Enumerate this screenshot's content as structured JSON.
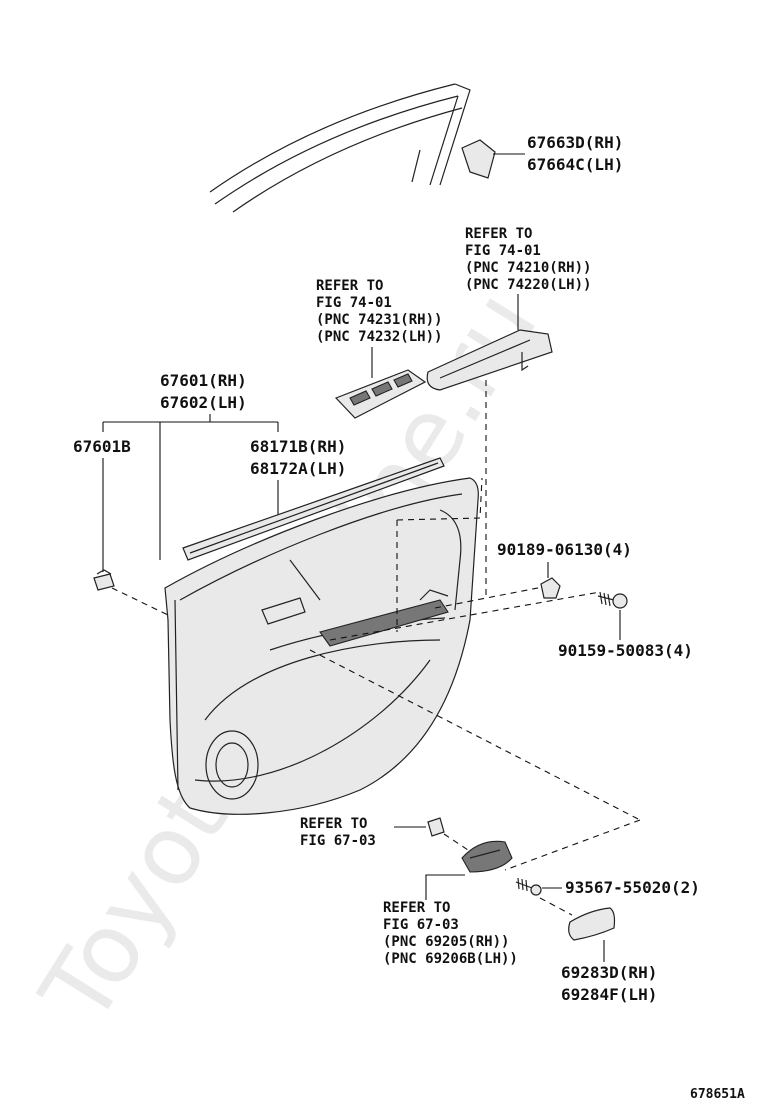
{
  "watermark": "ToyotaCarMine.ru",
  "figure_code": "678651A",
  "labels": {
    "weatherstrip_rh": "67663D(RH)",
    "weatherstrip_lh": "67664C(LH)",
    "switch_refer": "REFER TO",
    "switch_fig": "FIG 74-01",
    "switch_pnc_rh": "(PNC 74231(RH))",
    "switch_pnc_lh": "(PNC 74232(LH))",
    "armrest_refer": "REFER TO",
    "armrest_fig": "FIG 74-01",
    "armrest_pnc_rh": "(PNC 74210(RH))",
    "armrest_pnc_lh": "(PNC 74220(LH))",
    "panel_rh": "67601(RH)",
    "panel_lh": "67602(LH)",
    "clip": "67601B",
    "belt_rh": "68171B(RH)",
    "belt_lh": "68172A(LH)",
    "nut": "90189-06130(4)",
    "screw_main": "90159-50083(4)",
    "handle_refer_top": "REFER TO",
    "handle_fig_top": "FIG 67-03",
    "handle_refer": "REFER TO",
    "handle_fig": "FIG 67-03",
    "handle_pnc_rh": "(PNC 69205(RH))",
    "handle_pnc_lh": "(PNC 69206B(LH))",
    "screw_small": "93567-55020(2)",
    "cover_rh": "69283D(RH)",
    "cover_lh": "69284F(LH)"
  }
}
